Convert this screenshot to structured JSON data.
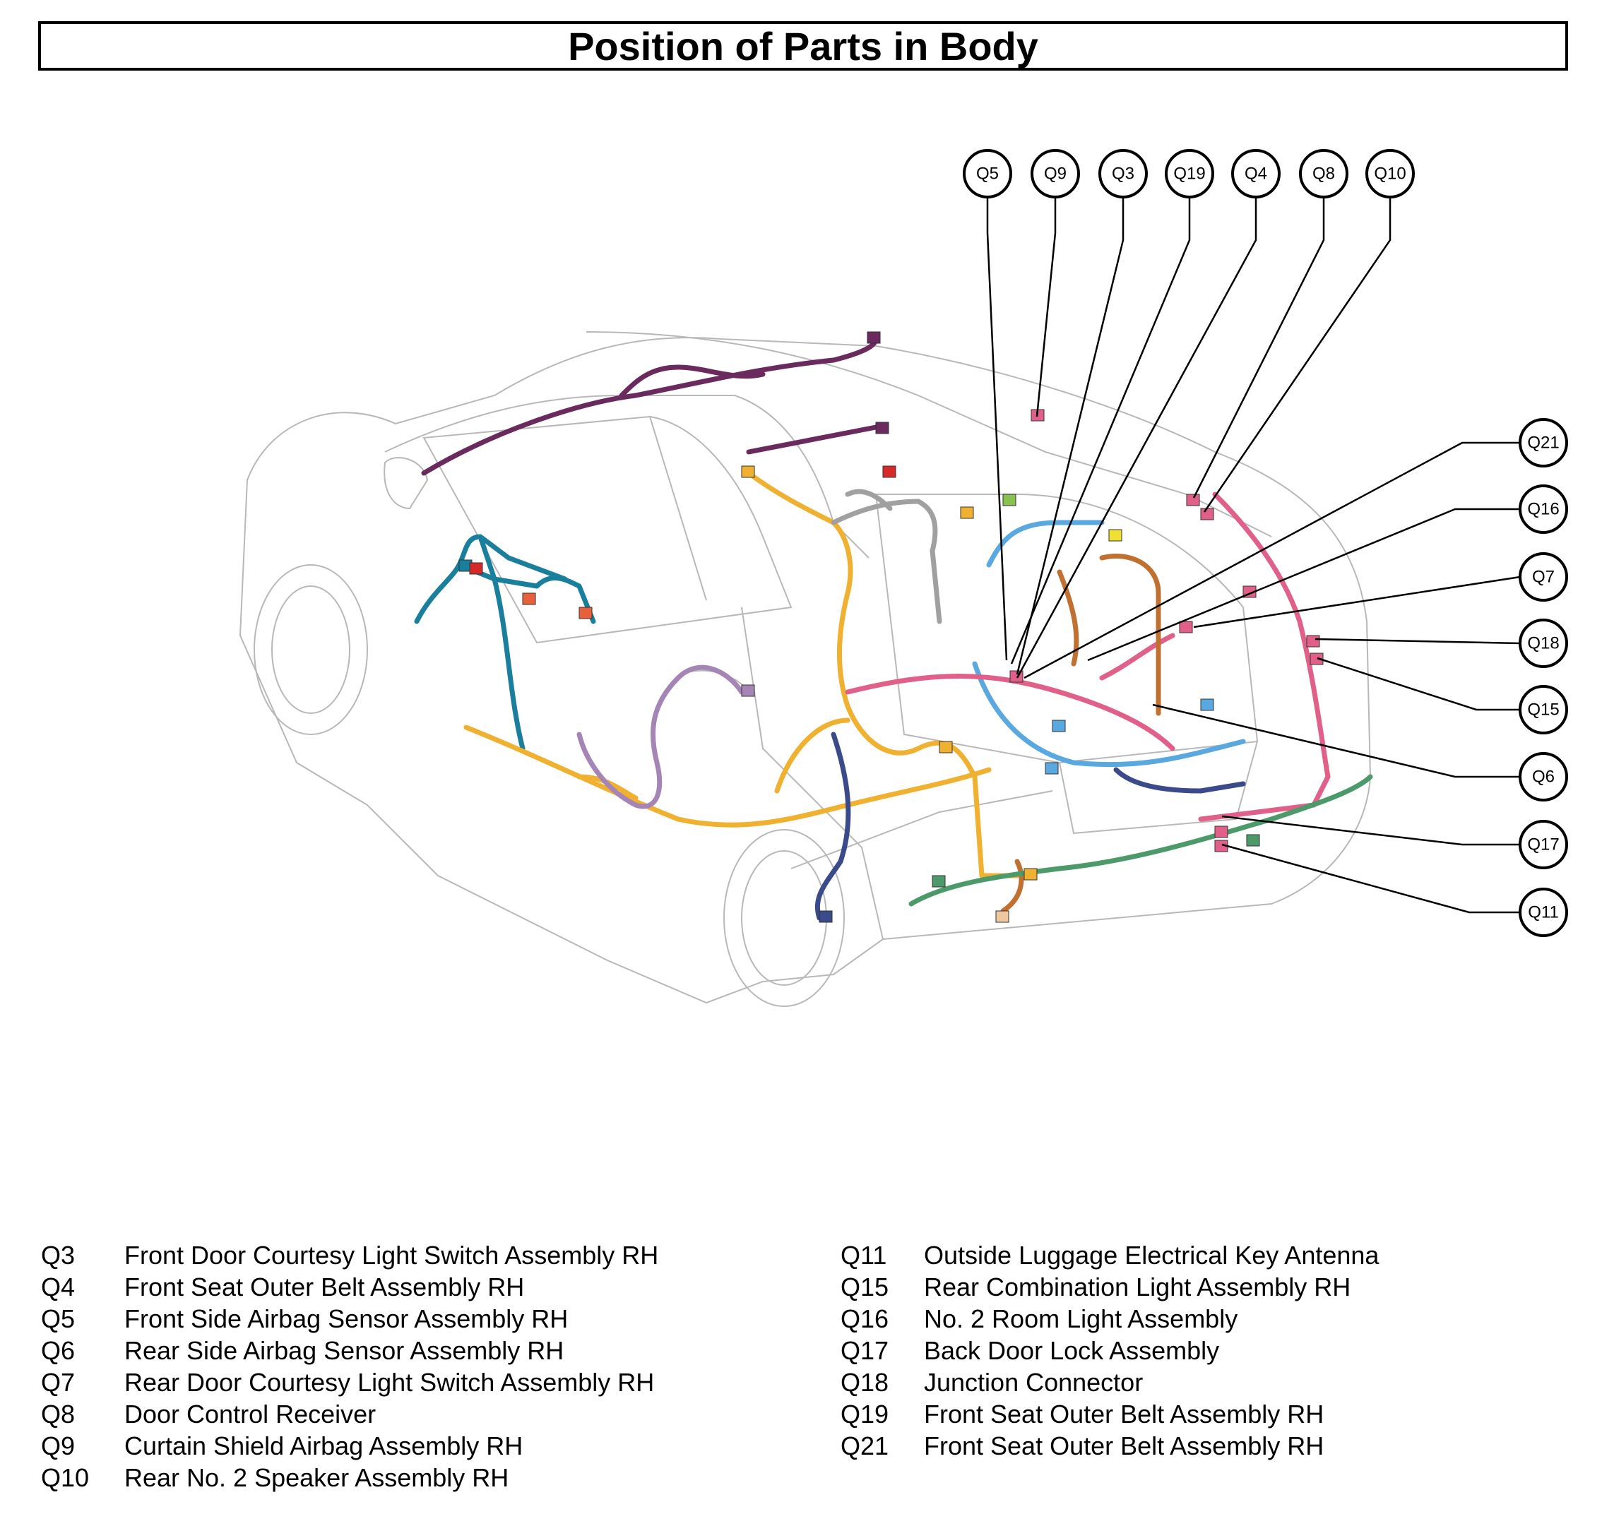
{
  "title": "Position of Parts in Body",
  "callouts_top": [
    "Q5",
    "Q9",
    "Q3",
    "Q19",
    "Q4",
    "Q8",
    "Q10"
  ],
  "callouts_right": [
    "Q21",
    "Q16",
    "Q7",
    "Q18",
    "Q15",
    "Q6",
    "Q17",
    "Q11"
  ],
  "legend_left": [
    {
      "code": "Q3",
      "desc": "Front Door Courtesy Light Switch Assembly RH"
    },
    {
      "code": "Q4",
      "desc": "Front Seat Outer Belt Assembly RH"
    },
    {
      "code": "Q5",
      "desc": "Front Side Airbag Sensor Assembly RH"
    },
    {
      "code": "Q6",
      "desc": "Rear Side Airbag Sensor Assembly RH"
    },
    {
      "code": "Q7",
      "desc": "Rear Door Courtesy Light Switch Assembly RH"
    },
    {
      "code": "Q8",
      "desc": "Door Control Receiver"
    },
    {
      "code": "Q9",
      "desc": "Curtain Shield Airbag Assembly RH"
    },
    {
      "code": "Q10",
      "desc": "Rear No. 2 Speaker Assembly RH"
    }
  ],
  "legend_right": [
    {
      "code": "Q11",
      "desc": "Outside Luggage Electrical Key Antenna"
    },
    {
      "code": "Q15",
      "desc": "Rear Combination Light Assembly RH"
    },
    {
      "code": "Q16",
      "desc": "No. 2 Room Light Assembly"
    },
    {
      "code": "Q17",
      "desc": "Back Door Lock Assembly"
    },
    {
      "code": "Q18",
      "desc": "Junction Connector"
    },
    {
      "code": "Q19",
      "desc": "Front Seat Outer Belt Assembly RH"
    },
    {
      "code": "Q21",
      "desc": "Front Seat Outer Belt Assembly RH"
    }
  ],
  "colors": {
    "outline": "#b8b8b8",
    "orange": "#f0b030",
    "purple": "#6a2a5e",
    "teal": "#1a7f9c",
    "pink": "#e0608a",
    "blue": "#5aa8e0",
    "brown": "#c07030",
    "green": "#4c9a6a",
    "lavender": "#a585b5",
    "navy": "#3a4a8a",
    "gray": "#a0a0a0"
  }
}
